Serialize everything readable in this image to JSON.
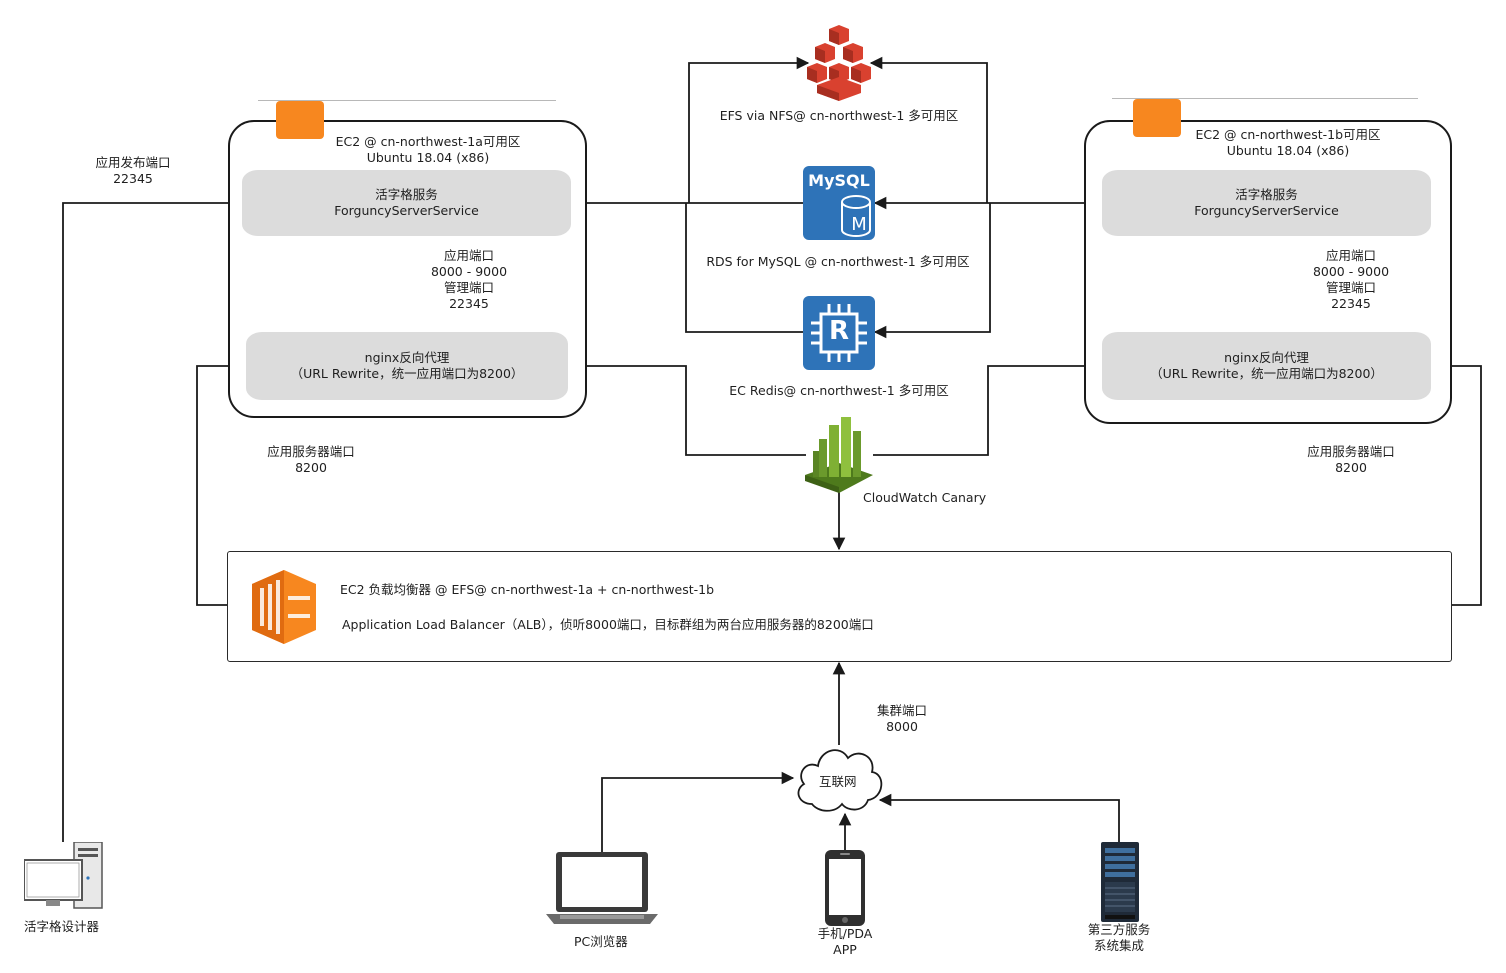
{
  "ec2_a": {
    "title": "EC2 @ cn-northwest-1a可用区",
    "os": "Ubuntu 18.04 (x86)",
    "service_name": "活字格服务",
    "service_id": "ForguncyServerService",
    "ports_title": "应用端口",
    "ports_range": "8000 - 9000",
    "admin_title": "管理端口",
    "admin_port": "22345",
    "nginx_title": "nginx反向代理",
    "nginx_desc": "（URL Rewrite，统一应用端口为8200）"
  },
  "ec2_b": {
    "title": "EC2 @ cn-northwest-1b可用区",
    "os": "Ubuntu 18.04 (x86)",
    "service_name": "活字格服务",
    "service_id": "ForguncyServerService",
    "ports_title": "应用端口",
    "ports_range": "8000 - 9000",
    "admin_title": "管理端口",
    "admin_port": "22345",
    "nginx_title": "nginx反向代理",
    "nginx_desc": "（URL Rewrite，统一应用端口为8200）"
  },
  "publish_port": {
    "title": "应用发布端口",
    "value": "22345"
  },
  "app_server_port_left": {
    "title": "应用服务器端口",
    "value": "8200"
  },
  "app_server_port_right": {
    "title": "应用服务器端口",
    "value": "8200"
  },
  "efs": {
    "label": "EFS via NFS@ cn-northwest-1 多可用区"
  },
  "rds": {
    "label": "RDS for MySQL @ cn-northwest-1 多可用区",
    "logo_text": "MySQL",
    "logo_badge": "M"
  },
  "redis": {
    "label": "EC Redis@ cn-northwest-1 多可用区",
    "logo_text": "R"
  },
  "cloudwatch": {
    "label": "CloudWatch Canary"
  },
  "alb": {
    "line1": "EC2 负载均衡器 @ EFS@ cn-northwest-1a + cn-northwest-1b",
    "line2": "Application Load Balancer（ALB），侦听8000端口，目标群组为两台应用服务器的8200端口"
  },
  "cluster_port": {
    "title": "集群端口",
    "value": "8000"
  },
  "internet": {
    "label": "互联网"
  },
  "designer": {
    "label": "活字格设计器"
  },
  "pc_browser": {
    "label": "PC浏览器"
  },
  "mobile": {
    "line1": "手机/PDA",
    "line2": "APP"
  },
  "third_party": {
    "line1": "第三方服务",
    "line2": "系统集成"
  },
  "colors": {
    "aws_orange": "#f7871f",
    "efs_red": "#d9412f",
    "mysql_blue": "#2e73b8",
    "cloudwatch_green": "#6b9a2c",
    "service_gray": "#dcdcdc"
  }
}
